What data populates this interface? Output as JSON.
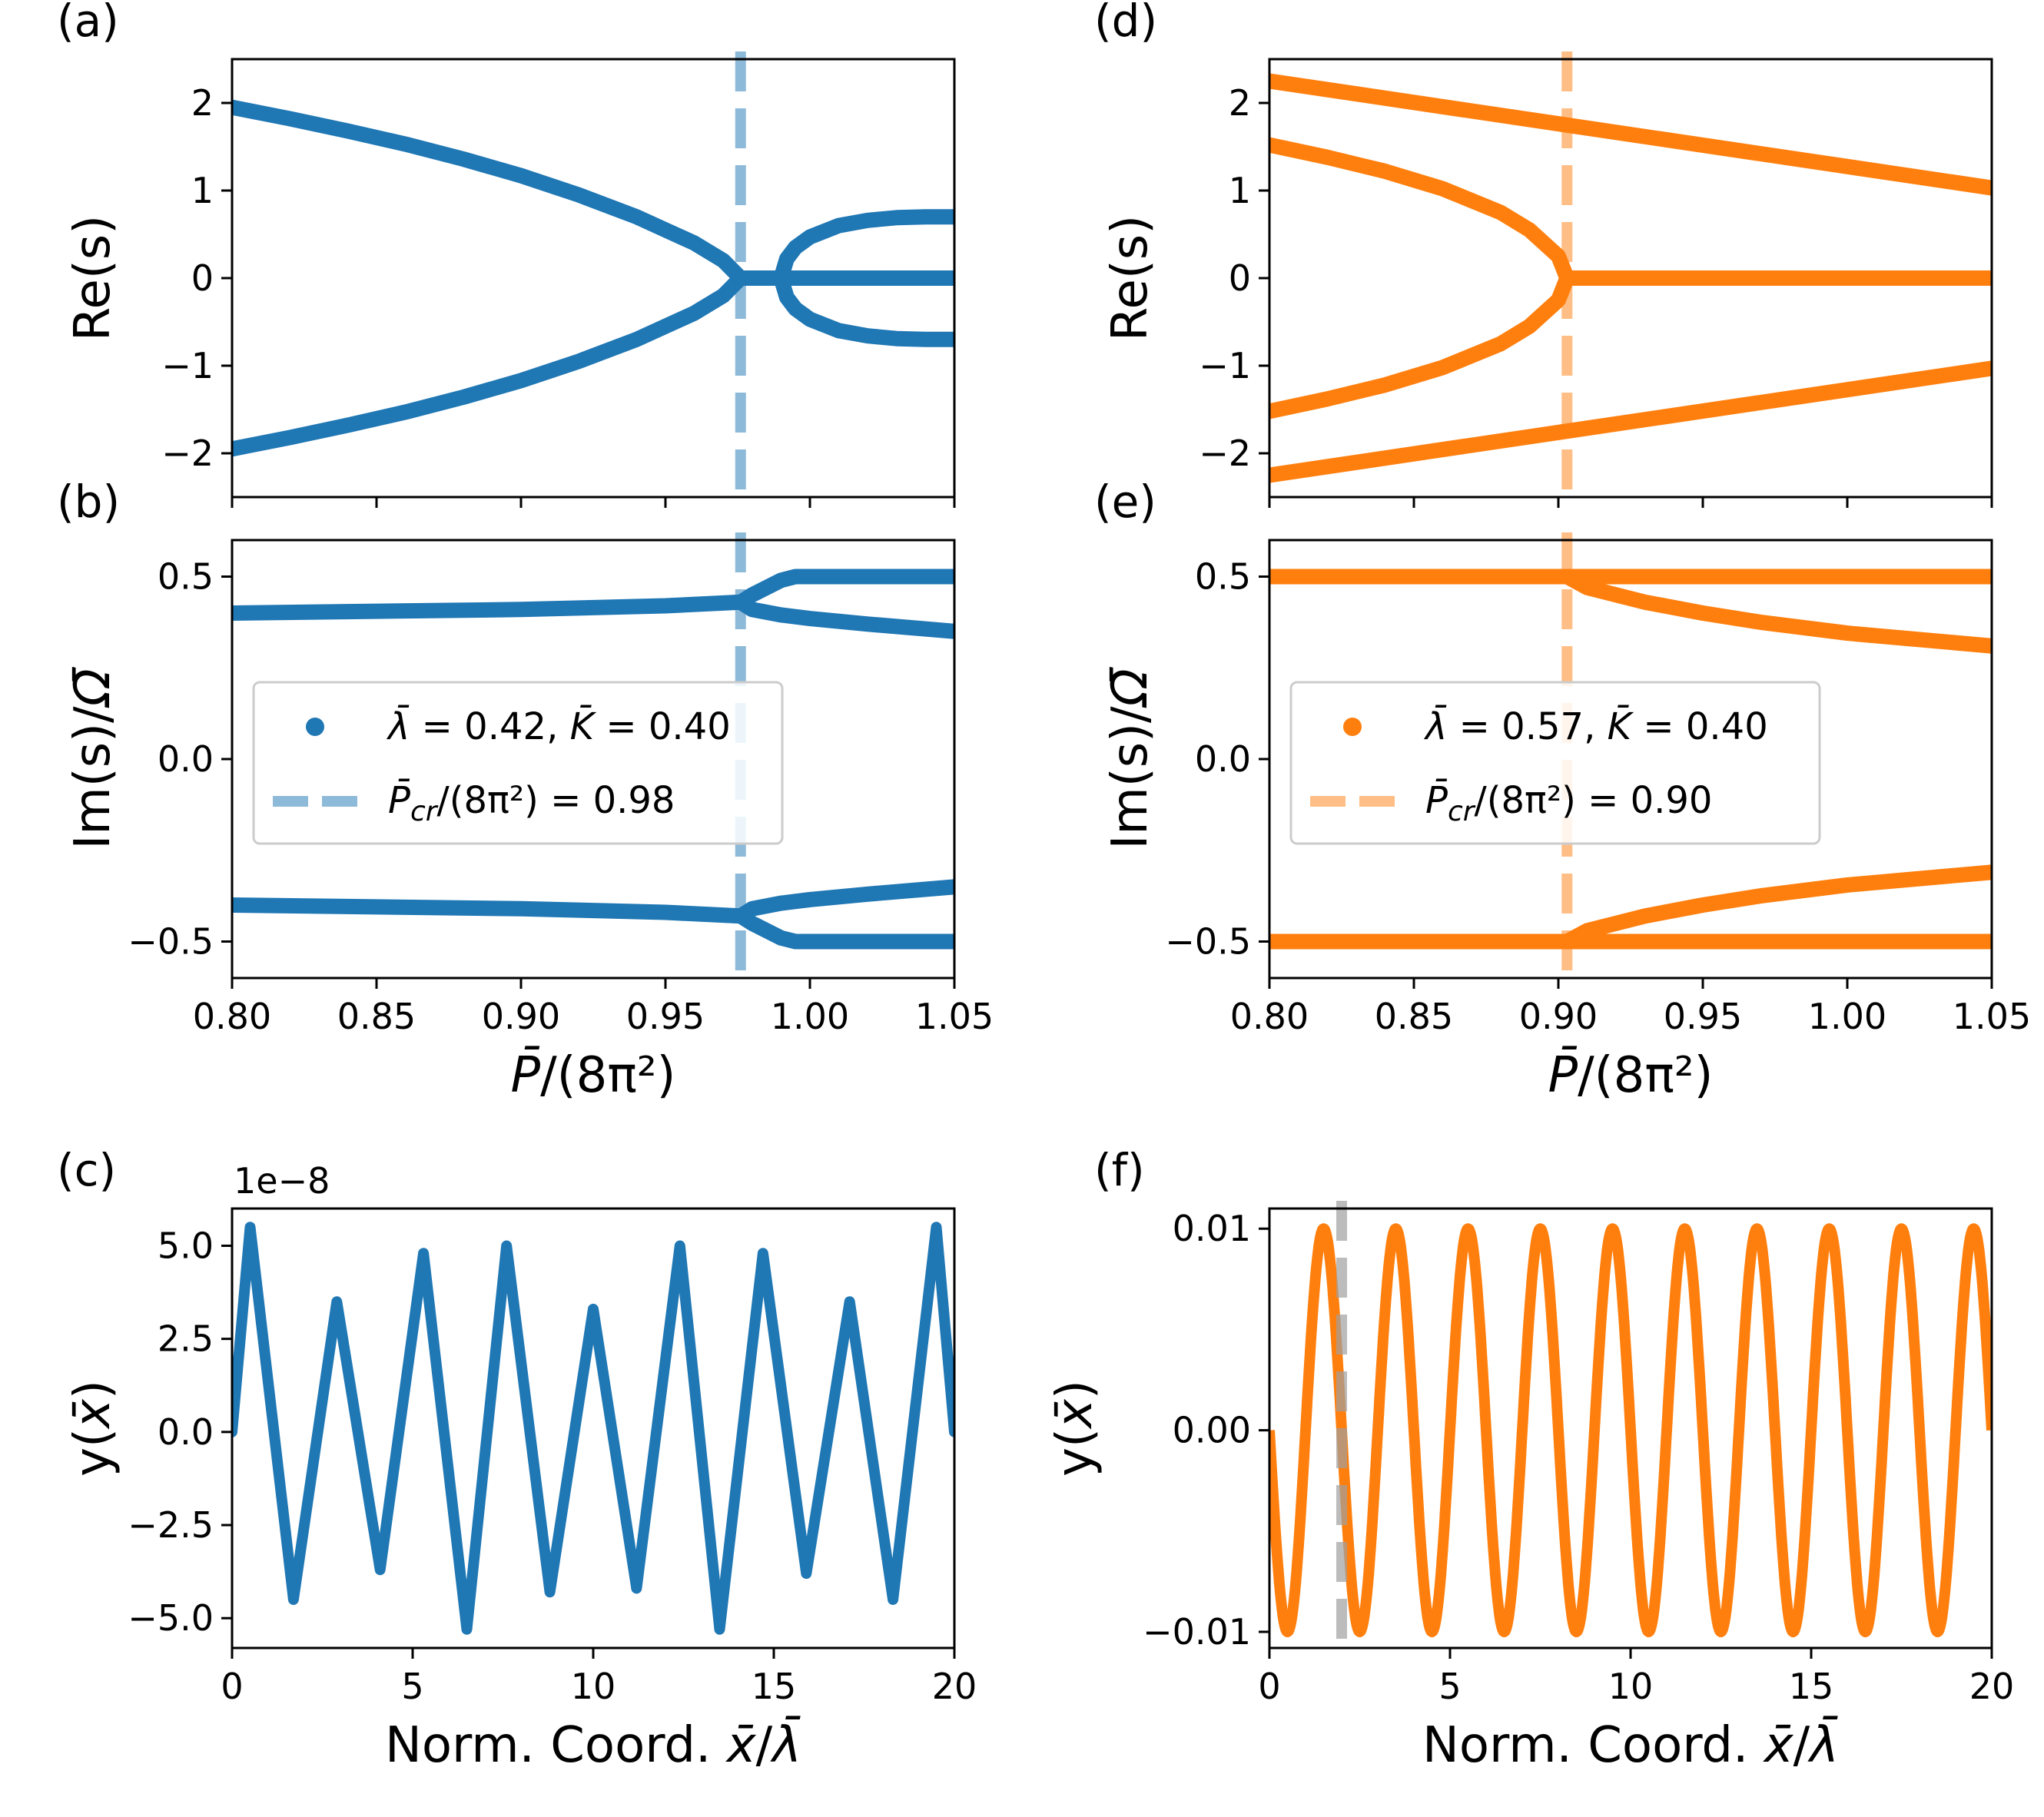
{
  "colors": {
    "blue": "#1f77b4",
    "orange": "#ff7f0e",
    "gray": "#a0a0a0",
    "axes": "#000000"
  },
  "chart_data": [
    {
      "id": "a",
      "panel_label": "(a)",
      "type": "scatter",
      "xlabel": "",
      "ylabel": "Re(s)",
      "xlim": [
        0.8,
        1.05
      ],
      "ylim": [
        -2.5,
        2.5
      ],
      "xticks": [
        0.8,
        0.85,
        0.9,
        0.95,
        1.0,
        1.05
      ],
      "xtick_labels": [],
      "yticks": [
        -2,
        -1,
        0,
        1,
        2
      ],
      "ytick_labels": [
        "−2",
        "−1",
        "0",
        "1",
        "2"
      ],
      "color": "blue",
      "vline": {
        "x": 0.976,
        "style": "dashed"
      },
      "curves": [
        {
          "x": [
            0.8,
            0.82,
            0.84,
            0.86,
            0.88,
            0.9,
            0.92,
            0.94,
            0.96,
            0.97,
            0.976
          ],
          "y": [
            1.95,
            1.82,
            1.68,
            1.53,
            1.36,
            1.17,
            0.95,
            0.7,
            0.4,
            0.2,
            0.0
          ]
        },
        {
          "x": [
            0.8,
            0.82,
            0.84,
            0.86,
            0.88,
            0.9,
            0.92,
            0.94,
            0.96,
            0.97,
            0.976
          ],
          "y": [
            -1.95,
            -1.82,
            -1.68,
            -1.53,
            -1.36,
            -1.17,
            -0.95,
            -0.7,
            -0.4,
            -0.2,
            0.0
          ]
        },
        {
          "x": [
            0.976,
            1.05
          ],
          "y": [
            0.0,
            0.0
          ]
        },
        {
          "x": [
            0.99,
            0.992,
            0.995,
            1.0,
            1.01,
            1.02,
            1.03,
            1.04,
            1.05
          ],
          "y": [
            0.0,
            0.22,
            0.35,
            0.47,
            0.6,
            0.66,
            0.69,
            0.7,
            0.7
          ]
        },
        {
          "x": [
            0.99,
            0.992,
            0.995,
            1.0,
            1.01,
            1.02,
            1.03,
            1.04,
            1.05
          ],
          "y": [
            0.0,
            -0.22,
            -0.35,
            -0.47,
            -0.6,
            -0.66,
            -0.69,
            -0.7,
            -0.7
          ]
        }
      ]
    },
    {
      "id": "b",
      "panel_label": "(b)",
      "type": "scatter",
      "xlabel": "P̄/(8π²)",
      "ylabel": "Im(s)/Ω̄",
      "xlim": [
        0.8,
        1.05
      ],
      "ylim": [
        -0.6,
        0.6
      ],
      "xticks": [
        0.8,
        0.85,
        0.9,
        0.95,
        1.0,
        1.05
      ],
      "xtick_labels": [
        "0.80",
        "0.85",
        "0.90",
        "0.95",
        "1.00",
        "1.05"
      ],
      "yticks": [
        -0.5,
        0.0,
        0.5
      ],
      "ytick_labels": [
        "−0.5",
        "0.0",
        "0.5"
      ],
      "color": "blue",
      "vline": {
        "x": 0.976,
        "style": "dashed"
      },
      "legend": {
        "placement": "center-left",
        "entries": [
          "λ̄ = 0.42, K̄ = 0.40",
          "P̄cr/(8π²) = 0.98"
        ]
      },
      "curves": [
        {
          "x": [
            0.8,
            0.85,
            0.9,
            0.95,
            0.976
          ],
          "y": [
            0.4,
            0.405,
            0.41,
            0.42,
            0.43
          ]
        },
        {
          "x": [
            0.976,
            0.98,
            0.985,
            0.99,
            0.995,
            1.0,
            1.05
          ],
          "y": [
            0.43,
            0.45,
            0.47,
            0.49,
            0.5,
            0.5,
            0.5
          ]
        },
        {
          "x": [
            0.976,
            0.98,
            0.99,
            1.0,
            1.02,
            1.05
          ],
          "y": [
            0.43,
            0.41,
            0.395,
            0.385,
            0.37,
            0.35
          ]
        },
        {
          "x": [
            0.8,
            0.85,
            0.9,
            0.95,
            0.976
          ],
          "y": [
            -0.4,
            -0.405,
            -0.41,
            -0.42,
            -0.43
          ]
        },
        {
          "x": [
            0.976,
            0.98,
            0.985,
            0.99,
            0.995,
            1.0,
            1.05
          ],
          "y": [
            -0.43,
            -0.45,
            -0.47,
            -0.49,
            -0.5,
            -0.5,
            -0.5
          ]
        },
        {
          "x": [
            0.976,
            0.98,
            0.99,
            1.0,
            1.02,
            1.05
          ],
          "y": [
            -0.43,
            -0.41,
            -0.395,
            -0.385,
            -0.37,
            -0.35
          ]
        }
      ]
    },
    {
      "id": "c",
      "panel_label": "(c)",
      "type": "line",
      "xlabel": "Norm. Coord. x̄/λ̄",
      "ylabel": "y(x̄)",
      "offset_text": "1e−8",
      "xlim": [
        0,
        20
      ],
      "ylim": [
        -5.8,
        6.0
      ],
      "xticks": [
        0,
        5,
        10,
        15,
        20
      ],
      "xtick_labels": [
        "0",
        "5",
        "10",
        "15",
        "20"
      ],
      "yticks": [
        -5.0,
        -2.5,
        0.0,
        2.5,
        5.0
      ],
      "ytick_labels": [
        "−5.0",
        "−2.5",
        "0.0",
        "2.5",
        "5.0"
      ],
      "color": "blue",
      "curves": [
        {
          "x": [
            0,
            0.5,
            1.7,
            2.9,
            4.1,
            5.3,
            6.5,
            7.6,
            8.8,
            10.0,
            11.2,
            12.4,
            13.5,
            14.7,
            15.9,
            17.1,
            18.3,
            19.5,
            20
          ],
          "y": [
            0,
            5.5,
            -4.5,
            3.5,
            -3.7,
            4.8,
            -5.3,
            5.0,
            -4.3,
            3.3,
            -4.2,
            5.0,
            -5.3,
            4.8,
            -3.8,
            3.5,
            -4.5,
            5.5,
            0
          ]
        }
      ]
    },
    {
      "id": "d",
      "panel_label": "(d)",
      "type": "scatter",
      "xlabel": "",
      "ylabel": "Re(s)",
      "xlim": [
        0.8,
        1.05
      ],
      "ylim": [
        -2.5,
        2.5
      ],
      "xticks": [
        0.8,
        0.85,
        0.9,
        0.95,
        1.0,
        1.05
      ],
      "xtick_labels": [],
      "yticks": [
        -2,
        -1,
        0,
        1,
        2
      ],
      "ytick_labels": [
        "−2",
        "−1",
        "0",
        "1",
        "2"
      ],
      "color": "orange",
      "vline": {
        "x": 0.903,
        "style": "dashed"
      },
      "curves": [
        {
          "x": [
            0.8,
            1.05
          ],
          "y": [
            2.25,
            1.03
          ]
        },
        {
          "x": [
            0.8,
            1.05
          ],
          "y": [
            -2.25,
            -1.03
          ]
        },
        {
          "x": [
            0.8,
            0.82,
            0.84,
            0.86,
            0.88,
            0.89,
            0.9,
            0.903
          ],
          "y": [
            1.52,
            1.38,
            1.22,
            1.02,
            0.75,
            0.55,
            0.25,
            0.0
          ]
        },
        {
          "x": [
            0.8,
            0.82,
            0.84,
            0.86,
            0.88,
            0.89,
            0.9,
            0.903
          ],
          "y": [
            -1.52,
            -1.38,
            -1.22,
            -1.02,
            -0.75,
            -0.55,
            -0.25,
            0.0
          ]
        },
        {
          "x": [
            0.903,
            1.05
          ],
          "y": [
            0.0,
            0.0
          ]
        }
      ]
    },
    {
      "id": "e",
      "panel_label": "(e)",
      "type": "scatter",
      "xlabel": "P̄/(8π²)",
      "ylabel": "Im(s)/Ω̄",
      "xlim": [
        0.8,
        1.05
      ],
      "ylim": [
        -0.6,
        0.6
      ],
      "xticks": [
        0.8,
        0.85,
        0.9,
        0.95,
        1.0,
        1.05
      ],
      "xtick_labels": [
        "0.80",
        "0.85",
        "0.90",
        "0.95",
        "1.00",
        "1.05"
      ],
      "yticks": [
        -0.5,
        0.0,
        0.5
      ],
      "ytick_labels": [
        "−0.5",
        "0.0",
        "0.5"
      ],
      "color": "orange",
      "vline": {
        "x": 0.903,
        "style": "dashed"
      },
      "legend": {
        "placement": "center-left",
        "entries": [
          "λ̄ = 0.57, K̄ = 0.40",
          "P̄cr/(8π²) = 0.90"
        ]
      },
      "curves": [
        {
          "x": [
            0.8,
            1.05
          ],
          "y": [
            0.5,
            0.5
          ]
        },
        {
          "x": [
            0.8,
            1.05
          ],
          "y": [
            -0.5,
            -0.5
          ]
        },
        {
          "x": [
            0.903,
            0.91,
            0.93,
            0.95,
            0.97,
            1.0,
            1.05
          ],
          "y": [
            0.5,
            0.47,
            0.43,
            0.4,
            0.375,
            0.345,
            0.31
          ]
        },
        {
          "x": [
            0.903,
            0.91,
            0.93,
            0.95,
            0.97,
            1.0,
            1.05
          ],
          "y": [
            -0.5,
            -0.47,
            -0.43,
            -0.4,
            -0.375,
            -0.345,
            -0.31
          ]
        }
      ]
    },
    {
      "id": "f",
      "panel_label": "(f)",
      "type": "line",
      "xlabel": "Norm. Coord. x̄/λ̄",
      "ylabel": "y(x̄)",
      "xlim": [
        0,
        20
      ],
      "ylim": [
        -0.0108,
        0.011
      ],
      "xticks": [
        0,
        5,
        10,
        15,
        20
      ],
      "xtick_labels": [
        "0",
        "5",
        "10",
        "15",
        "20"
      ],
      "yticks": [
        -0.01,
        0.0,
        0.01
      ],
      "ytick_labels": [
        "−0.01",
        "0.00",
        "0.01"
      ],
      "color": "orange",
      "vline": {
        "x": 2.0,
        "style": "dashed",
        "color": "gray"
      },
      "sine": {
        "amplitude": 0.01,
        "period": 2.0,
        "phase_sign": -1
      }
    }
  ]
}
